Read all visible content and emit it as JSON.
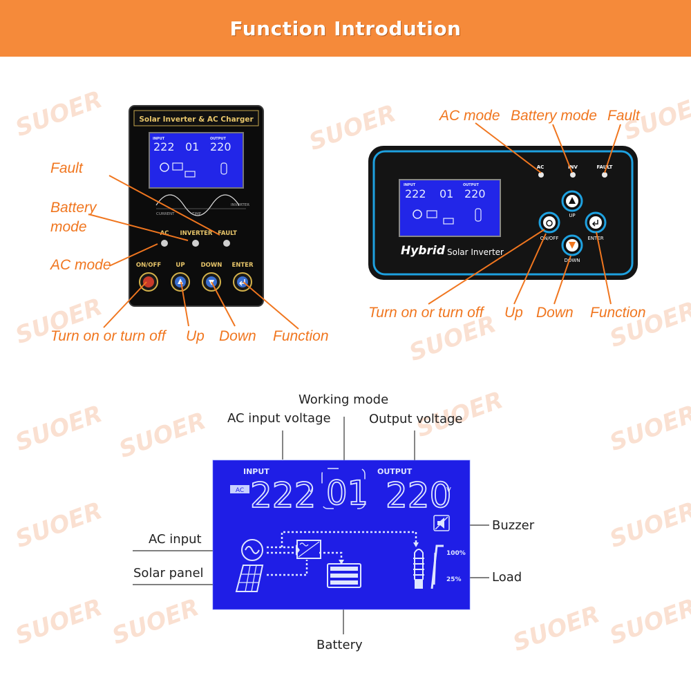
{
  "banner": {
    "title": "Function Introdution"
  },
  "watermark": "SUOER",
  "colors": {
    "banner": "#f58a3a",
    "callout": "#f0761f",
    "lcd": "#1f1ee6",
    "lcd_segment": "#dfe6ff"
  },
  "device_left": {
    "panel_title": "Solar Inverter & AC Charger",
    "lcd": {
      "input_label": "INPUT",
      "output_label": "OUTPUT",
      "input_value": "222",
      "mode_value": "01",
      "output_value": "220"
    },
    "wave_labels": {
      "current": "CURRENT",
      "time": "TIME",
      "inverter": "INVERTER"
    },
    "indicator_labels": {
      "ac": "AC",
      "inverter": "INVERTER",
      "fault": "FAULT"
    },
    "button_labels": {
      "onoff": "ON/OFF",
      "up": "UP",
      "down": "DOWN",
      "enter": "ENTER"
    },
    "callouts": {
      "fault": "Fault",
      "battery_mode_1": "Battery",
      "battery_mode_2": "mode",
      "ac_mode": "AC mode",
      "onoff": "Turn on or turn off",
      "up": "Up",
      "down": "Down",
      "function": "Function"
    }
  },
  "device_right": {
    "brand": "Hybrid",
    "model": "Solar Inverter",
    "lcd": {
      "input_label": "INPUT",
      "output_label": "OUTPUT",
      "input_value": "222",
      "mode_value": "01",
      "output_value": "220"
    },
    "indicator_labels": {
      "ac": "AC",
      "inv": "INV",
      "fault": "FAULT"
    },
    "button_labels": {
      "onoff": "ON/OFF",
      "up": "UP",
      "down": "DOWN",
      "enter": "ENTER"
    },
    "callouts": {
      "ac_mode": "AC mode",
      "battery_mode": "Battery mode",
      "fault": "Fault",
      "onoff": "Turn on or turn off",
      "up": "Up",
      "down": "Down",
      "function": "Function"
    }
  },
  "lcd_diagram": {
    "input_label": "INPUT",
    "output_label": "OUTPUT",
    "ac_tag": "AC",
    "input_value": "222",
    "mode_value": "01",
    "output_value": "220",
    "unit": "V",
    "load_high": "100%",
    "load_low": "25%",
    "labels": {
      "working_mode": "Working  mode",
      "ac_input_voltage": "AC input voltage",
      "output_voltage": "Output  voltage",
      "buzzer": "Buzzer",
      "ac_input": "AC  input",
      "solar_panel": "Solar panel",
      "load": "Load",
      "battery": "Battery"
    }
  }
}
